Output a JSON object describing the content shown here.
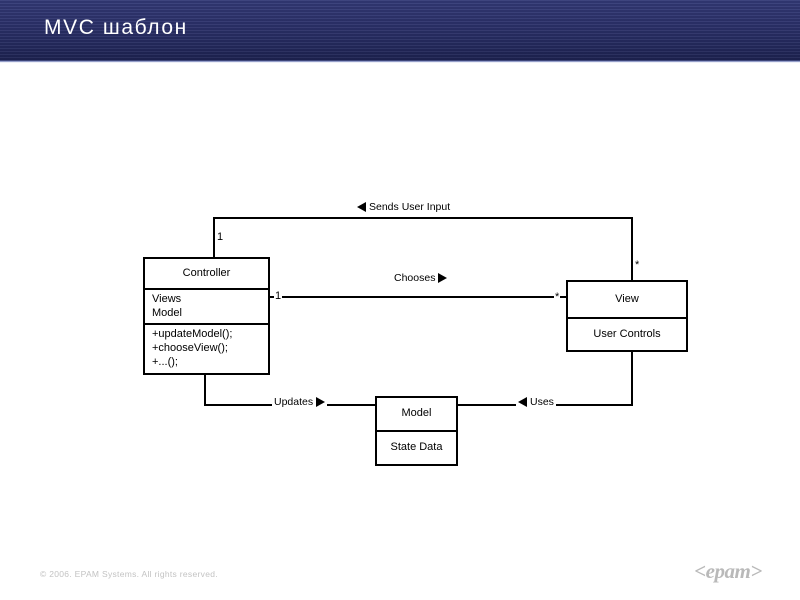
{
  "slide": {
    "title": "MVC шаблон",
    "background_color": "#ffffff",
    "banner_color": "#2b3069",
    "title_color": "#ffffff"
  },
  "diagram": {
    "type": "uml-class-diagram",
    "classes": [
      {
        "id": "controller",
        "name": "Controller",
        "attributes": "Views\nModel",
        "operations": "+updateModel();\n+chooseView();\n+...();"
      },
      {
        "id": "view",
        "name": "View",
        "attributes": "User Controls"
      },
      {
        "id": "model",
        "name": "Model",
        "attributes": "State Data"
      }
    ],
    "associations": [
      {
        "id": "sends-user-input",
        "label": "Sends User Input",
        "direction": "left",
        "from": "view",
        "to": "controller"
      },
      {
        "id": "chooses",
        "label": "Chooses",
        "direction": "right",
        "from": "controller",
        "to": "view"
      },
      {
        "id": "updates",
        "label": "Updates",
        "direction": "right",
        "from": "controller",
        "to": "model"
      },
      {
        "id": "uses",
        "label": "Uses",
        "direction": "left",
        "from": "view",
        "to": "model"
      }
    ],
    "multiplicities": [
      {
        "id": "controller-top",
        "value": "1"
      },
      {
        "id": "controller-right",
        "value": "1"
      },
      {
        "id": "view-top",
        "value": "*"
      },
      {
        "id": "view-left",
        "value": "*"
      }
    ]
  },
  "footer": {
    "copyright": "© 2006. EPAM Systems. All rights reserved.",
    "logo_text": "<epam>"
  }
}
